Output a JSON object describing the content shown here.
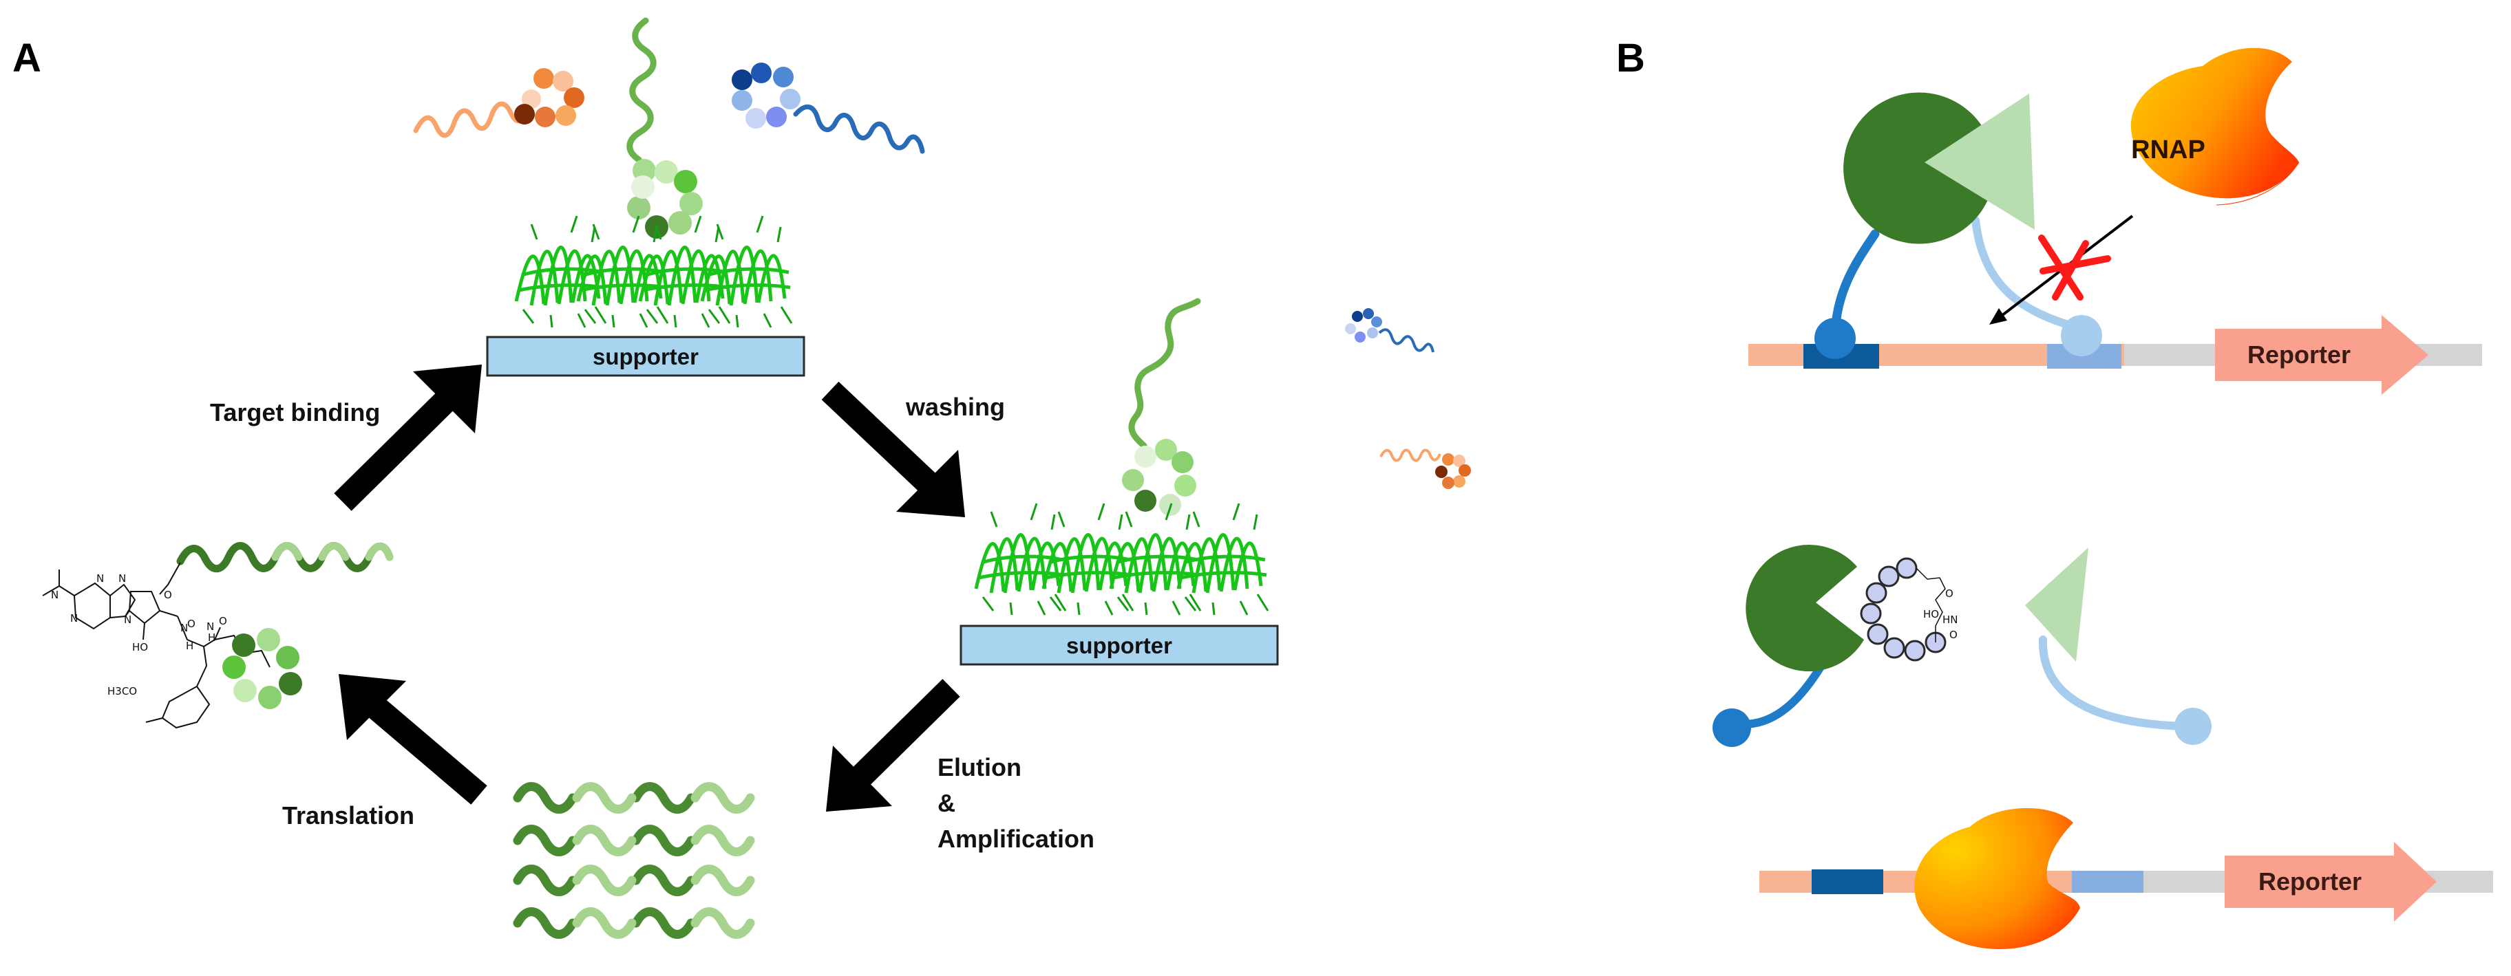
{
  "panel_a": {
    "letter": "A",
    "support_top_label": "supporter",
    "support_right_label": "supporter",
    "step_target_binding": "Target binding",
    "step_washing": "washing",
    "step_elution_line1": "Elution",
    "step_elution_line2": "&",
    "step_elution_line3": "Amplification",
    "step_translation": "Translation",
    "chem_atoms": [
      "N",
      "N",
      "N",
      "N",
      "N",
      "O",
      "HO",
      "N",
      "H",
      "O",
      "O",
      "N",
      "H",
      "H3CO"
    ]
  },
  "panel_b": {
    "letter": "B",
    "rnap_label": "RNAP",
    "reporter_top_label": "Reporter",
    "reporter_bottom_label": "Reporter",
    "ligand_atoms": [
      "O",
      "HN",
      "HO",
      "O"
    ]
  },
  "colors": {
    "dark_green": "#3a7a28",
    "light_green": "#9fcf8a",
    "pale_green": "#b8ddb0",
    "bright_green": "#22bb22",
    "support_fill": "#a8d4ef",
    "rnap_orange": "#ff7a00",
    "rnap_yellow": "#ffc200",
    "reporter_pink": "#f9a08e",
    "dna_peach": "#f8b393",
    "dna_grey": "#d4d4d4",
    "operator_dark_blue": "#0d5a9a",
    "operator_light_blue": "#86aee0",
    "linker_blue": "#1f7ac8",
    "linker_light_blue": "#a7cdee",
    "block_red": "#ff1a1a"
  }
}
